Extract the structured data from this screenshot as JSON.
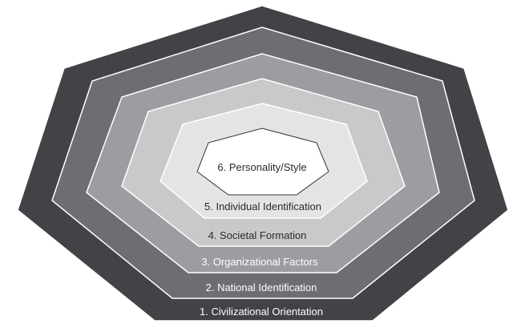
{
  "diagram": {
    "layers": [
      {
        "label": "1. Civilizational Orientation",
        "fill": "#424346",
        "text_color": "#ffffff"
      },
      {
        "label": "2. National Identification",
        "fill": "#6d6e71",
        "text_color": "#ffffff"
      },
      {
        "label": "3. Organizational Factors",
        "fill": "#9c9da0",
        "text_color": "#ffffff"
      },
      {
        "label": "4. Societal Formation",
        "fill": "#c9c9cb",
        "text_color": "#2a2a2a"
      },
      {
        "label": "5. Individual Identification",
        "fill": "#e4e4e5",
        "text_color": "#2a2a2a"
      },
      {
        "label": "6. Personality/Style",
        "fill": "#ffffff",
        "text_color": "#2a2a2a"
      }
    ],
    "outline_color": "#ffffff",
    "core_outline_color": "#333333"
  }
}
